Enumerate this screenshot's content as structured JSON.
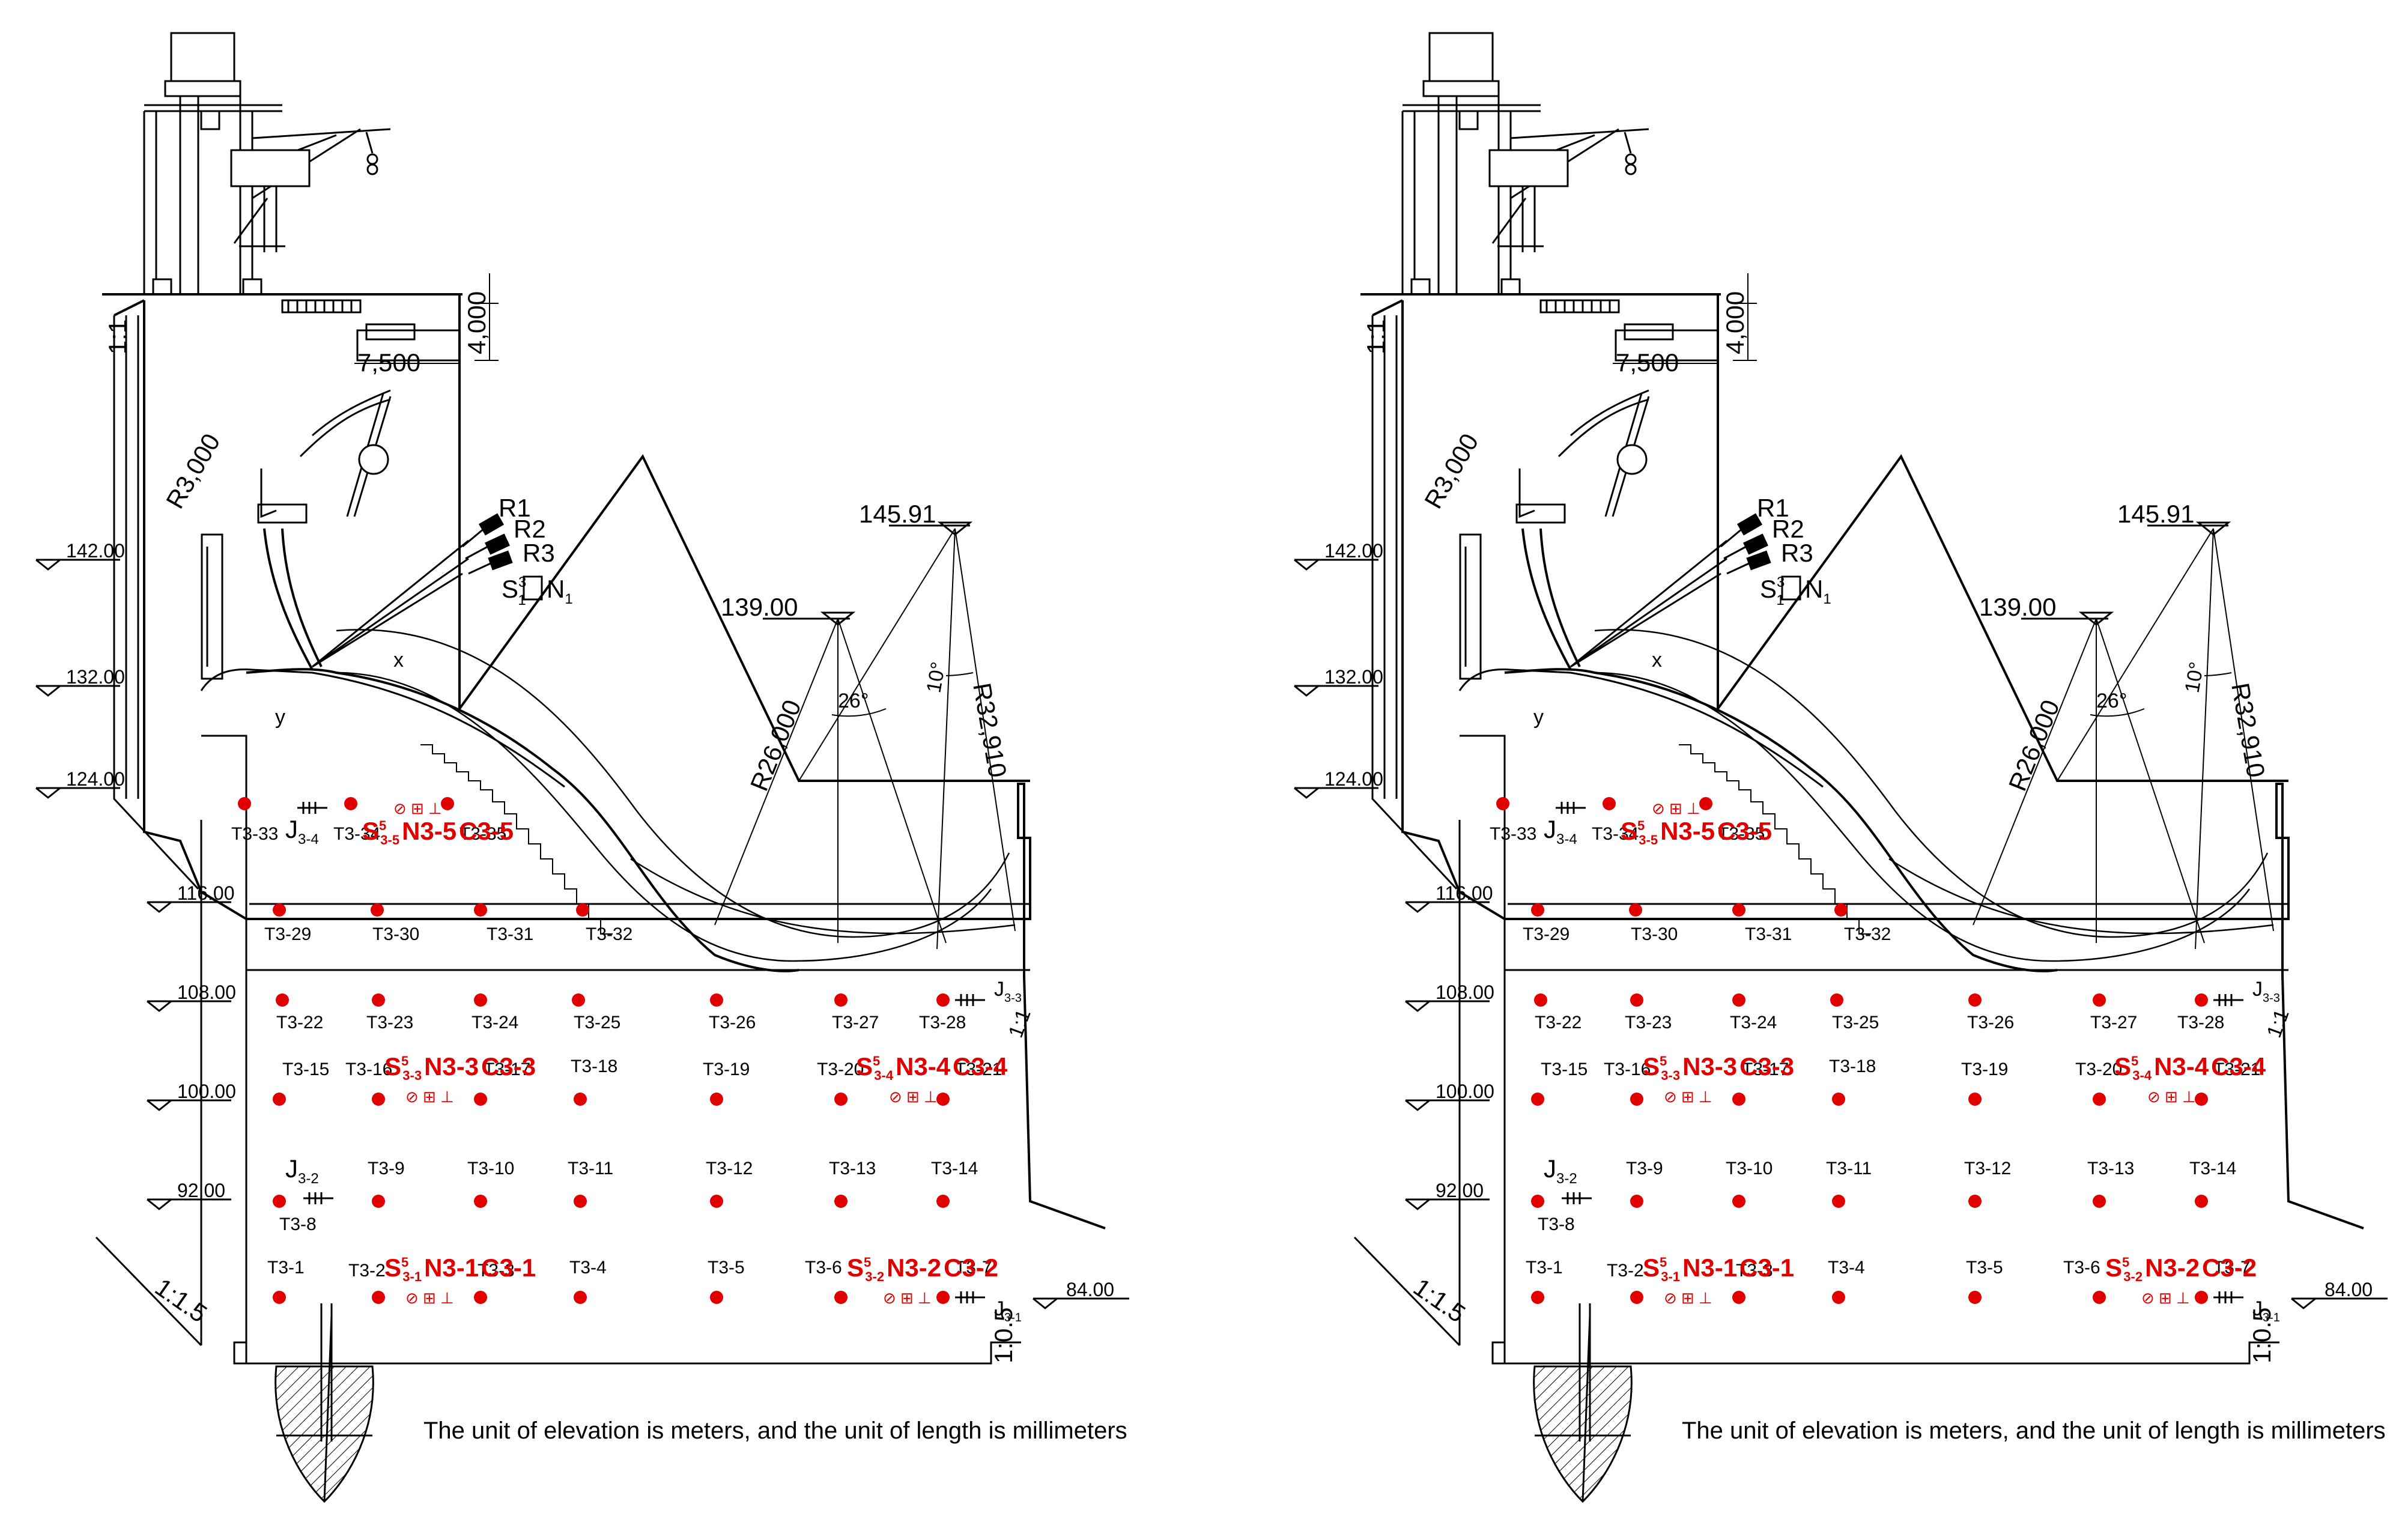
{
  "figure": {
    "note": "The unit of elevation is meters, and the unit of length is millimeters",
    "elevations": [
      "142.00",
      "132.00",
      "124.00",
      "116.00",
      "108.00",
      "100.00",
      "92.00",
      "84.00"
    ],
    "crest_elevations": {
      "spillway": "139.00",
      "tail": "145.91"
    },
    "dimensions": {
      "width": "7,500",
      "height": "4,000",
      "r_top": "R3,000",
      "r_main": "R26,000",
      "r_tail": "R32,910",
      "angle_a": "26°",
      "angle_b": "10°"
    },
    "slopes": {
      "upstream": "1:1",
      "toe": "1:1.5",
      "downstream": "1:0.5",
      "right": "1:1"
    },
    "axes": {
      "x": "x",
      "y": "y"
    },
    "gate_labels": [
      "R1",
      "R2",
      "R3"
    ],
    "gate_sensor": {
      "s": "S",
      "sup": "3",
      "sub": "1",
      "n": "N",
      "nsub": "1"
    },
    "joints": {
      "j34": "J3-4",
      "j32": "J3-2",
      "j33": "J3-3",
      "j31": "J3-1"
    },
    "sensor_groups": [
      {
        "S": "S",
        "sup": "5",
        "sub": "3-5",
        "N": "N3-5",
        "C": "C3-5",
        "icons": "⊘ ⊞ ⊥"
      },
      {
        "S": "S",
        "sup": "5",
        "sub": "3-3",
        "N": "N3-3",
        "C": "C3-3",
        "icons": "⊘ ⊞ ⊥"
      },
      {
        "S": "S",
        "sup": "5",
        "sub": "3-4",
        "N": "N3-4",
        "C": "C3-4",
        "icons": "⊘ ⊞ ⊥"
      },
      {
        "S": "S",
        "sup": "5",
        "sub": "3-1",
        "N": "N3-1",
        "C": "C3-1",
        "icons": "⊘ ⊞ ⊥"
      },
      {
        "S": "S",
        "sup": "5",
        "sub": "3-2",
        "N": "N3-2",
        "C": "C3-2",
        "icons": "⊘ ⊞ ⊥"
      }
    ],
    "points": [
      "T3-1",
      "T3-2",
      "T3-3",
      "T3-4",
      "T3-5",
      "T3-6",
      "T3-7",
      "T3-8",
      "T3-9",
      "T3-10",
      "T3-11",
      "T3-12",
      "T3-13",
      "T3-14",
      "T3-15",
      "T3-16",
      "T3-17",
      "T3-18",
      "T3-19",
      "T3-20",
      "T3-21",
      "T3-22",
      "T3-23",
      "T3-24",
      "T3-25",
      "T3-26",
      "T3-27",
      "T3-28",
      "T3-29",
      "T3-30",
      "T3-31",
      "T3-32",
      "T3-33",
      "T3-34",
      "T3-35"
    ],
    "sensor_color": "#e00000"
  }
}
